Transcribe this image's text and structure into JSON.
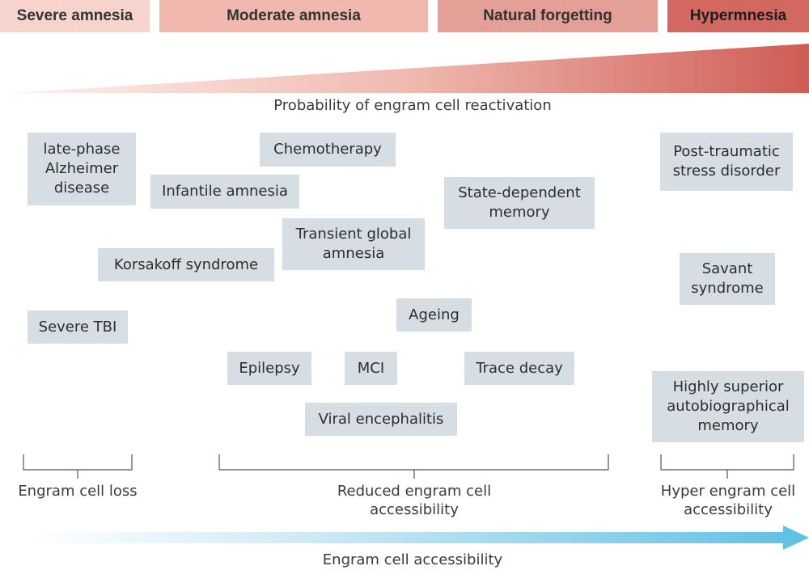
{
  "header": {
    "categories": [
      "Severe amnesia",
      "Moderate amnesia",
      "Natural forgetting",
      "Hypermnesia"
    ]
  },
  "wedge_caption": "Probability of engram cell reactivation",
  "conditions": {
    "late_phase_alzheimer": [
      "late-phase",
      "Alzheimer",
      "disease"
    ],
    "chemotherapy": "Chemotherapy",
    "infantile_amnesia": "Infantile amnesia",
    "state_dependent_memory": [
      "State-dependent",
      "memory"
    ],
    "ptsd": [
      "Post-traumatic",
      "stress disorder"
    ],
    "transient_global_amnesia": [
      "Transient global",
      "amnesia"
    ],
    "korsakoff": "Korsakoff syndrome",
    "savant": [
      "Savant",
      "syndrome"
    ],
    "severe_tbi": "Severe TBI",
    "ageing": "Ageing",
    "epilepsy": "Epilepsy",
    "mci": "MCI",
    "trace_decay": "Trace decay",
    "viral_encephalitis": "Viral encephalitis",
    "hsam": [
      "Highly superior",
      "autobiographical",
      "memory"
    ]
  },
  "brackets": {
    "loss": "Engram cell loss",
    "reduced": [
      "Reduced engram cell",
      "accessibility"
    ],
    "hyper": [
      "Hyper engram cell",
      "accessibility"
    ]
  },
  "arrow_caption": "Engram cell accessibility",
  "colors": {
    "box_fill": "#d6dee3",
    "wedge_start": "#fbe6e2",
    "wedge_end": "#cf5c55",
    "arrow_start": "#ffffff",
    "arrow_end": "#5ec0e3"
  }
}
